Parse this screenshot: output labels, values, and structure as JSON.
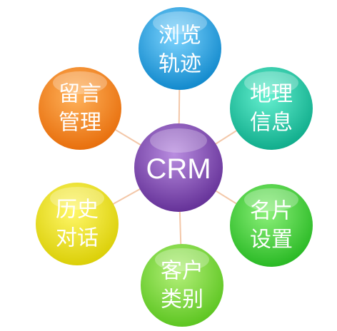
{
  "center": {
    "label": "CRM",
    "color_light": "#b98de0",
    "color_dark": "#5f2b93"
  },
  "nodes": [
    {
      "id": "browse-track",
      "line1": "浏览",
      "line2": "轨迹",
      "color_light": "#7fd5ff",
      "color_dark": "#0a84c9"
    },
    {
      "id": "geo-info",
      "line1": "地理",
      "line2": "信息",
      "color_light": "#66f0d0",
      "color_dark": "#0aa887"
    },
    {
      "id": "card-settings",
      "line1": "名片",
      "line2": "设置",
      "color_light": "#8cf07a",
      "color_dark": "#22b51e"
    },
    {
      "id": "customer-category",
      "line1": "客户",
      "line2": "类别",
      "color_light": "#b4f07a",
      "color_dark": "#56c21a"
    },
    {
      "id": "history-chat",
      "line1": "历史",
      "line2": "对话",
      "color_light": "#fff76a",
      "color_dark": "#d8cc00"
    },
    {
      "id": "message-mgmt",
      "line1": "留言",
      "line2": "管理",
      "color_light": "#ffb35c",
      "color_dark": "#e66a07"
    }
  ]
}
